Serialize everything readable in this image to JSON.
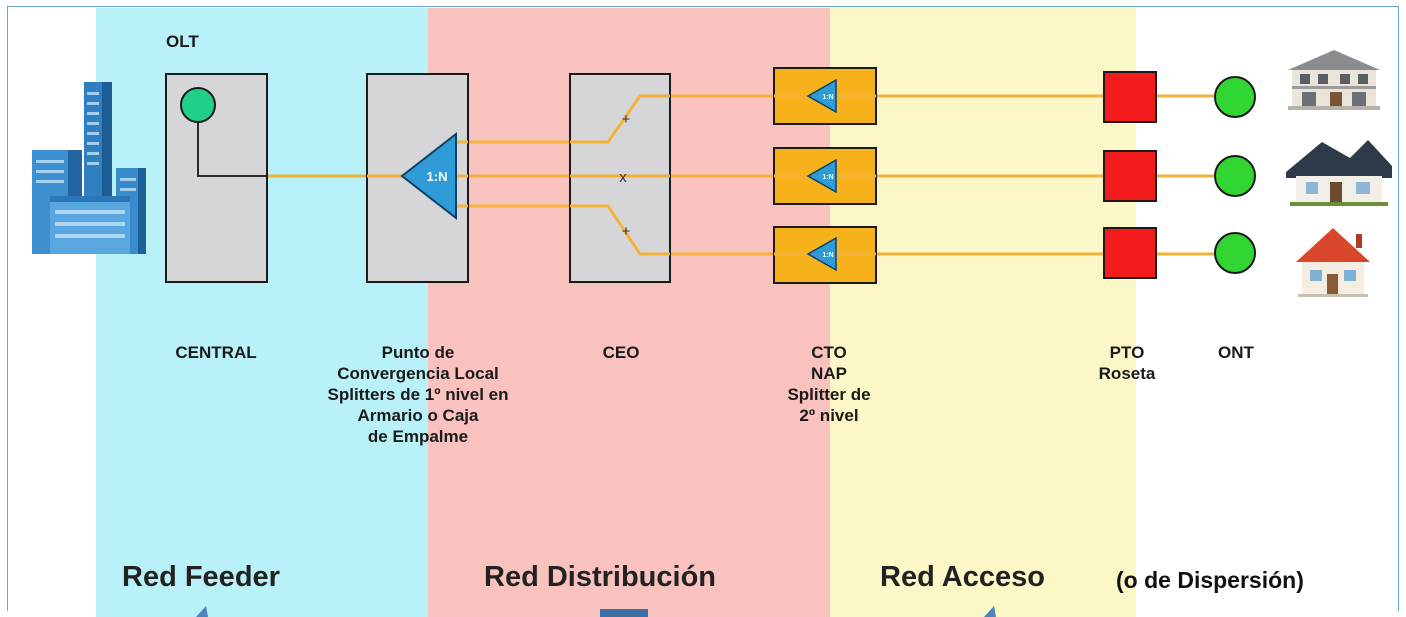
{
  "labels": {
    "olt": "OLT",
    "central": "CENTRAL",
    "pcl": "Punto de\nConvergencia Local\nSplitters de 1º nivel en\nArmario o Caja\nde Empalme",
    "ceo": "CEO",
    "cto": "CTO\nNAP\nSplitter de\n2º nivel",
    "pto": "PTO\nRoseta",
    "ont": "ONT"
  },
  "splitter_labels": {
    "first_level": "1:N",
    "second_level": "1:N"
  },
  "ceo_marks": [
    "+",
    "x",
    "+"
  ],
  "networks": {
    "feeder": "Red Feeder",
    "distribution": "Red Distribución",
    "access": "Red Acceso",
    "dispersion_note": "(o de Dispersión)"
  },
  "colors": {
    "feeder_band": "#b9f1f9",
    "distribution_band": "#f9c2bf",
    "access_band": "#fbf7c6",
    "fiber": "#f4b13a",
    "splitter": "#2f9bd7",
    "cto_box": "#f7b21b",
    "pto": "#f21c1c",
    "ont": "#32d632",
    "olt_port": "#1fcf8a",
    "box_fill": "#d6d6d9"
  },
  "icons": {
    "central": "office-building-icon",
    "home_1": "two-storey-house-icon",
    "home_2": "dark-roof-house-icon",
    "home_3": "red-roof-house-icon"
  }
}
